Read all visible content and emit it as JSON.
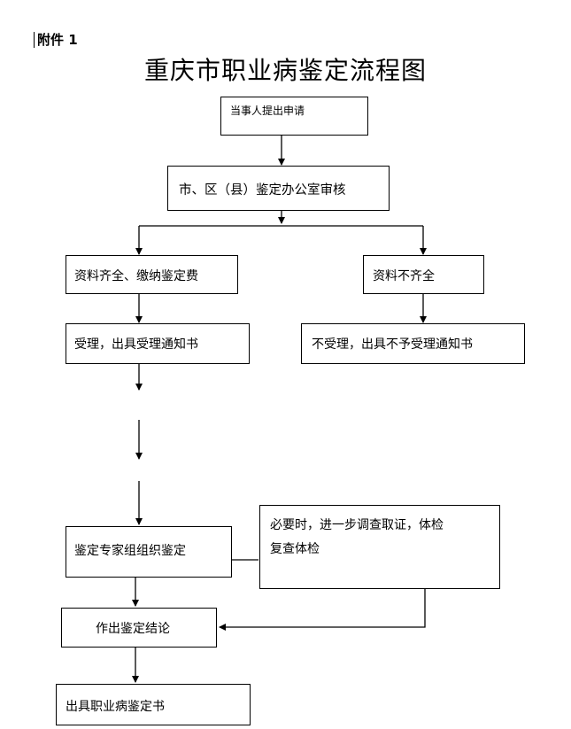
{
  "header": {
    "attachment": "附件 1"
  },
  "title": "重庆市职业病鉴定流程图",
  "nodes": {
    "apply": "当事人提出申请",
    "review": "市、区（县）鉴定办公室审核",
    "complete": "资料齐全、缴纳鉴定费",
    "incomplete": "资料不齐全",
    "accept": "受理，出具受理通知书",
    "reject": "不受理，出具不予受理通知书",
    "expert_line1": "必要时，进一步调查取证，体检",
    "expert_line2": "复查体检",
    "expert_group": "鉴定专家组组织鉴定",
    "conclusion": "作出鉴定结论",
    "certificate": "出具职业病鉴定书"
  }
}
